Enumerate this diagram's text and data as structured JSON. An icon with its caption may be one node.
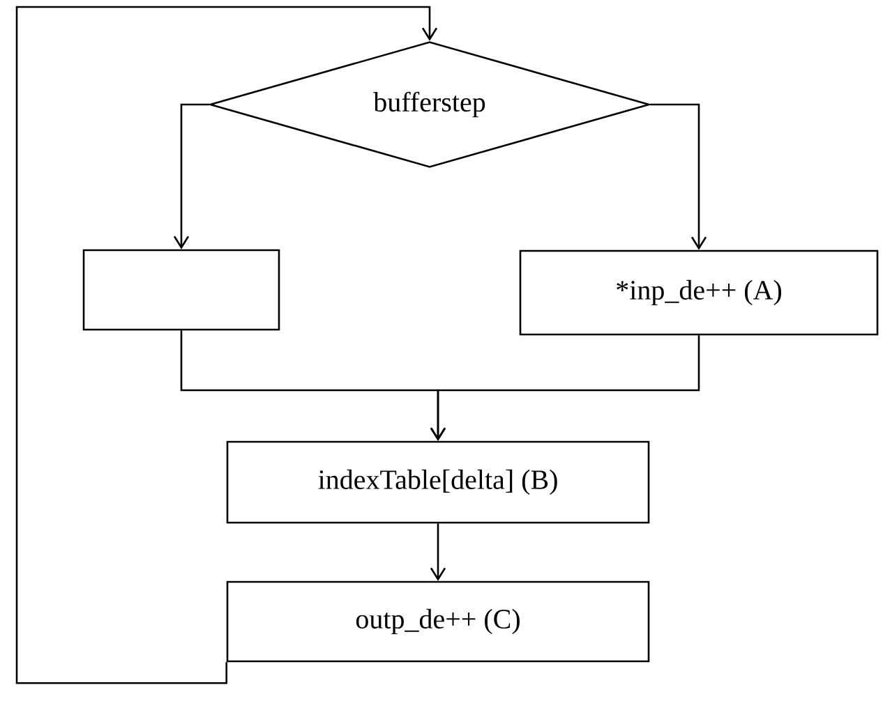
{
  "diagram": {
    "nodes": [
      {
        "text": [
          "bufferstep"
        ]
      },
      {
        "text": [],
        "shape": "box"
      },
      {
        "text": [
          "*inp_de++ (A)"
        ]
      },
      {
        "text": [
          "indexTable[delta] (B)"
        ]
      },
      {
        "text": [
          "outp_de++ (C)"
        ]
      }
    ],
    "edges": [
      {
        "from": 0,
        "to": 1,
        "arrow": "to"
      },
      {
        "from": 0,
        "to": 2,
        "arrow": "to"
      },
      {
        "from": 1,
        "to": 3,
        "arrow": "to"
      },
      {
        "from": 2,
        "to": 3,
        "arrow": "to"
      },
      {
        "from": 3,
        "to": 4,
        "arrow": "to"
      },
      {
        "from": 4,
        "to": 0,
        "arrow": "to"
      }
    ]
  }
}
